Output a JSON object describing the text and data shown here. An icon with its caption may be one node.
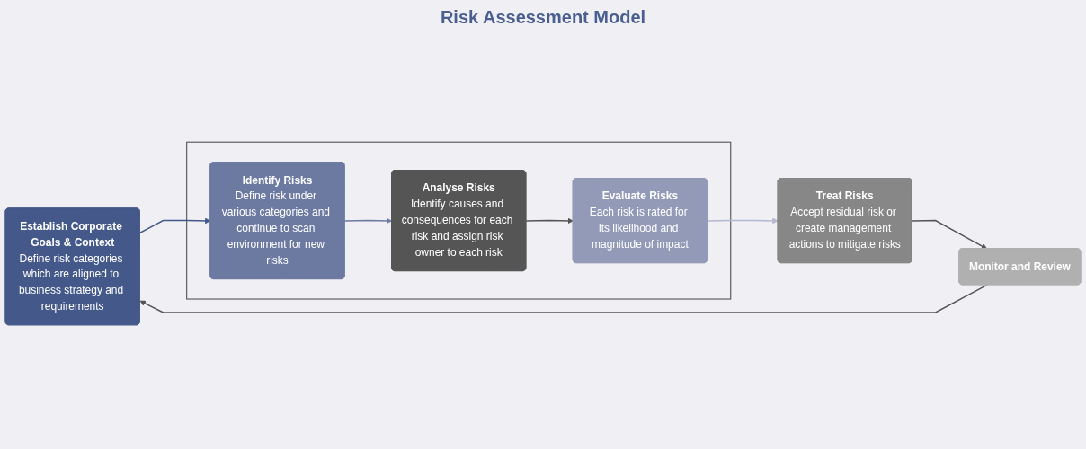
{
  "diagram": {
    "title": "Risk Assessment Model",
    "nodes": [
      {
        "text": [
          "Establish Corporate Goals & Context",
          "Define risk categories which are aligned to business strategy and requirements"
        ]
      },
      {
        "text": [],
        "shape": "box"
      },
      {
        "text": [
          "Identify Risks",
          "Define risk under various categories and continue to scan environment for new risks"
        ],
        "in": 1
      },
      {
        "text": [
          "Analyse Risks",
          "Identify causes and consequences for each risk and assign risk owner to each risk"
        ],
        "in": 1
      },
      {
        "text": [
          "Evaluate Risks",
          "Each risk is rated for its likelihood and magnitude of impact"
        ],
        "in": 1
      },
      {
        "text": [
          "Treat Risks",
          "Accept residual risk or create management actions to mitigate risks"
        ]
      },
      {
        "text": [
          "Monitor and Review"
        ]
      }
    ],
    "edges": [
      {
        "from": 0,
        "to": 2,
        "arrow": "to",
        "color": "#44598a"
      },
      {
        "from": 2,
        "to": 3,
        "arrow": "to",
        "color": "#6c7aa2"
      },
      {
        "from": 3,
        "to": 4,
        "arrow": "to",
        "color": "#555555"
      },
      {
        "from": 4,
        "to": 5,
        "arrow": "to",
        "color": "#b3b8cf"
      },
      {
        "from": 5,
        "to": 6,
        "arrow": "to"
      },
      {
        "from": 6,
        "to": 0,
        "arrow": "to"
      }
    ]
  }
}
